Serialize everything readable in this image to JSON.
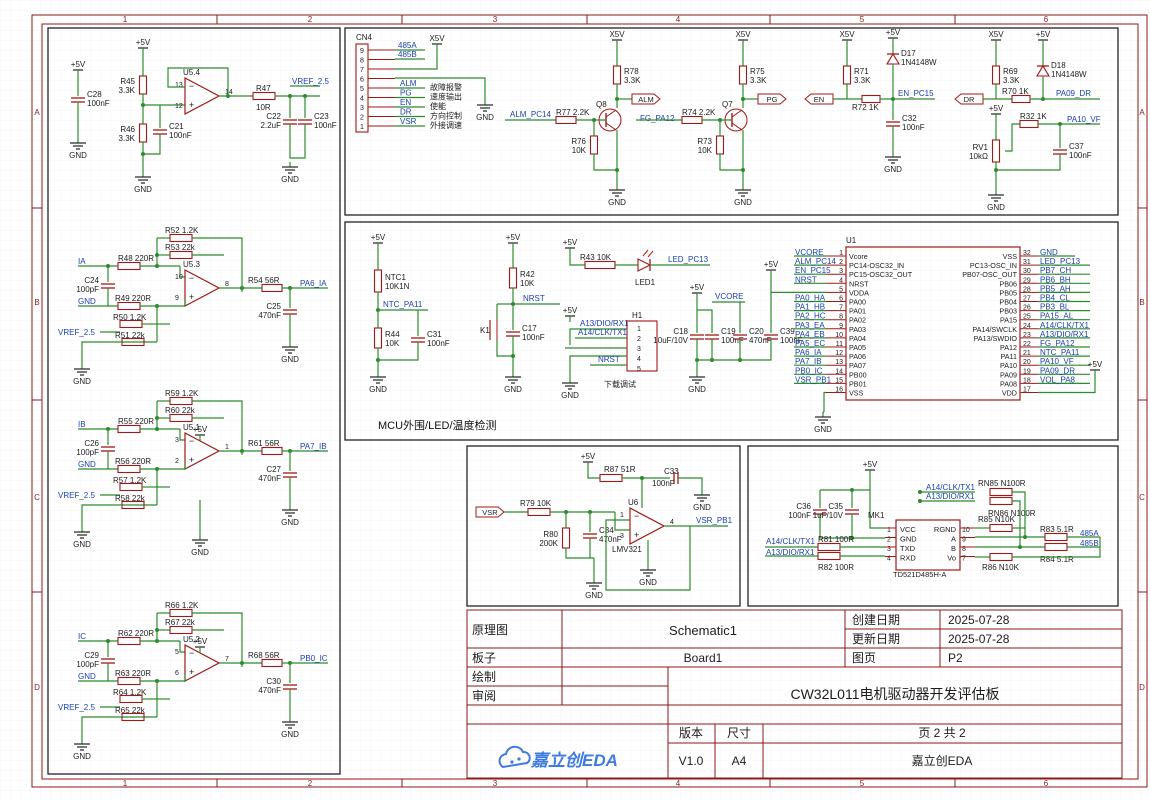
{
  "colors": {
    "border": "#8b1a1a",
    "wire": "#2e8b2e",
    "part": "#a01818",
    "netlabel": "#1a3fb0",
    "text": "#1c1c1c",
    "logo": "#3d7be0"
  },
  "border_columns": [
    "1",
    "2",
    "3",
    "4",
    "5",
    "6"
  ],
  "border_rows": [
    "A",
    "B",
    "C",
    "D"
  ],
  "icons": {
    "cloud_logo": "eda-cloud-icon"
  },
  "sections": {
    "mcu_caption": "MCU外围/LED/温度检测",
    "download_caption": "下载调试"
  },
  "title_block": {
    "fields": {
      "schematic_label": "原理图",
      "schematic_value": "Schematic1",
      "board_label": "板子",
      "board_value": "Board1",
      "drawn_label": "绘制",
      "review_label": "审阅",
      "created_label": "创建日期",
      "created_value": "2025-07-28",
      "updated_label": "更新日期",
      "updated_value": "2025-07-28",
      "page_label": "图页",
      "page_value": "P2",
      "project_title": "CW32L011电机驱动器开发评估板",
      "version_label": "版本",
      "version_value": "V1.0",
      "size_label": "尺寸",
      "size_value": "A4",
      "pages_text": "页    2    共    2",
      "company": "嘉立创EDA",
      "logo_text": "嘉立创EDA"
    }
  },
  "netlabels": {
    "plus5v": "+5V",
    "gnd": "GND",
    "x5v": "X5V",
    "vref": "VREF_2.5",
    "ia": "IA",
    "ib": "IB",
    "ic": "IC",
    "pa6_ia": "PA6_IA",
    "pa7_ib": "PA7_IB",
    "pb0_ic": "PB0_IC",
    "a485": "485A",
    "b485": "485B",
    "alm": "ALM",
    "pg": "PG",
    "en": "EN",
    "dr": "DR",
    "vsr": "VSR",
    "alm_pc14": "ALM_PC14",
    "fg_pa12": "FG_PA12",
    "en_pc15": "EN_PC15",
    "pa09_dr": "PA09_DR",
    "pa10_vf": "PA10_VF",
    "ntc_pa11": "NTC_PA11",
    "nrst": "NRST",
    "led_pc13": "LED_PC13",
    "vcore": "VCORE",
    "vsr_pb1": "VSR_PB1",
    "a14_tx1": "A14/CLK/TX1",
    "a13_rx1": "A13/DIO/RX1"
  },
  "cn4": {
    "ref": "CN4",
    "pins": [
      "9",
      "8",
      "7",
      "6",
      "5",
      "4",
      "3",
      "2",
      "1"
    ],
    "texts": [
      "故障报警",
      "速度输出",
      "使能",
      "方向控制",
      "外接调速"
    ]
  },
  "mcu": {
    "ref": "U1",
    "left_pins": [
      {
        "n": "1",
        "name": "Vcore",
        "net": "VCORE"
      },
      {
        "n": "2",
        "name": "PC14-OSC32_IN",
        "net": "ALM_PC14"
      },
      {
        "n": "3",
        "name": "PC15-OSC32_OUT",
        "net": "EN_PC15"
      },
      {
        "n": "4",
        "name": "NRST",
        "net": "NRST"
      },
      {
        "n": "5",
        "name": "VDDA",
        "net": ""
      },
      {
        "n": "6",
        "name": "PA00",
        "net": "PA0_HA"
      },
      {
        "n": "7",
        "name": "PA01",
        "net": "PA1_HB"
      },
      {
        "n": "8",
        "name": "PA02",
        "net": "PA2_HC"
      },
      {
        "n": "9",
        "name": "PA03",
        "net": "PA3_EA"
      },
      {
        "n": "10",
        "name": "PA04",
        "net": "PA4_EB"
      },
      {
        "n": "11",
        "name": "PA05",
        "net": "PA5_EC"
      },
      {
        "n": "12",
        "name": "PA06",
        "net": "PA6_IA"
      },
      {
        "n": "13",
        "name": "PA07",
        "net": "PA7_IB"
      },
      {
        "n": "14",
        "name": "PB00",
        "net": "PB0_IC"
      },
      {
        "n": "15",
        "name": "PB01",
        "net": "VSR_PB1"
      },
      {
        "n": "16",
        "name": "VSS",
        "net": ""
      }
    ],
    "right_pins": [
      {
        "n": "32",
        "name": "VSS",
        "net": "GND"
      },
      {
        "n": "31",
        "name": "PC13-OSC_IN",
        "net": "LED_PC13"
      },
      {
        "n": "30",
        "name": "PB07-OSC_OUT",
        "net": "PB7_CH"
      },
      {
        "n": "29",
        "name": "PB06",
        "net": "PB6_BH"
      },
      {
        "n": "28",
        "name": "PB05",
        "net": "PB5_AH"
      },
      {
        "n": "27",
        "name": "PB04",
        "net": "PB4_CL"
      },
      {
        "n": "26",
        "name": "PB03",
        "net": "PB3_BL"
      },
      {
        "n": "25",
        "name": "PA15",
        "net": "PA15_AL"
      },
      {
        "n": "24",
        "name": "PA14/SWCLK",
        "net": "A14/CLK/TX1"
      },
      {
        "n": "23",
        "name": "PA13/SWDIO",
        "net": "A13/DIO/RX1"
      },
      {
        "n": "22",
        "name": "PA12",
        "net": "FG_PA12"
      },
      {
        "n": "21",
        "name": "PA11",
        "net": "NTC_PA11"
      },
      {
        "n": "20",
        "name": "PA10",
        "net": "PA10_VF"
      },
      {
        "n": "19",
        "name": "PA09",
        "net": "PA09_DR"
      },
      {
        "n": "18",
        "name": "PA08",
        "net": "VOL_PA8"
      },
      {
        "n": "17",
        "name": "VDD",
        "net": "+5V"
      }
    ]
  },
  "opamps": [
    {
      "ref": "U5.4",
      "in": "",
      "out": "VREF_2.5",
      "r_in": "R45",
      "r_in_val": "3.3K",
      "r_gnd": "R46",
      "r_gnd_val": "3.3K",
      "c": "C21",
      "c_val": "100nF",
      "r_out": "R47",
      "r_out_val": "10R",
      "c2": "C22",
      "c2_val": "2.2uF",
      "c3": "C23",
      "c3_val": "100nF",
      "pin_p": "12",
      "pin_m": "13",
      "pin_o": "14"
    },
    {
      "ref": "U5.3",
      "in": "IA",
      "out": "PA6_IA"
    },
    {
      "ref": "U5.1",
      "in": "IB",
      "out": "PA7_IB"
    },
    {
      "ref": "U5.2",
      "in": "IC",
      "out": "PB0_IC"
    }
  ],
  "amp_blocks": [
    {
      "in_label": "IA",
      "out_label": "PA6_IA",
      "u": "U5.3",
      "rin": "R48",
      "rin_v": "220R",
      "rfb1": "R52",
      "rfb1_v": "1.2K",
      "rfb2": "R53",
      "rfb2_v": "22k",
      "rg": "R49",
      "rg_v": "220R",
      "rv1": "R50",
      "rv1_v": "1.2K",
      "rv2": "R51",
      "rv2_v": "22k",
      "cin": "C24",
      "cin_v": "100pF",
      "rout": "R54",
      "rout_v": "56R",
      "cout": "C25",
      "cout_v": "470nF",
      "pp": "9",
      "pm": "10",
      "po": "8"
    },
    {
      "in_label": "IB",
      "out_label": "PA7_IB",
      "u": "U5.1",
      "rin": "R55",
      "rin_v": "220R",
      "rfb1": "R59",
      "rfb1_v": "1.2K",
      "rfb2": "R60",
      "rfb2_v": "22k",
      "rg": "R56",
      "rg_v": "220R",
      "rv1": "R57",
      "rv1_v": "1.2K",
      "rv2": "R58",
      "rv2_v": "22k",
      "cin": "C26",
      "cin_v": "100pF",
      "rout": "R61",
      "rout_v": "56R",
      "cout": "C27",
      "cout_v": "470nF",
      "pp": "2",
      "pm": "3",
      "po": "1"
    },
    {
      "in_label": "IC",
      "out_label": "PB0_IC",
      "u": "U5.2",
      "rin": "R62",
      "rin_v": "220R",
      "rfb1": "R66",
      "rfb1_v": "1.2K",
      "rfb2": "R67",
      "rfb2_v": "22k",
      "rg": "R63",
      "rg_v": "220R",
      "rv1": "R64",
      "rv1_v": "1.2K",
      "rv2": "R65",
      "rv2_v": "22k",
      "cin": "C29",
      "cin_v": "100pF",
      "rout": "R68",
      "rout_v": "56R",
      "cout": "C30",
      "cout_v": "470nF",
      "pp": "6",
      "pm": "5",
      "po": "7"
    }
  ],
  "parts": {
    "c28": [
      "C28",
      "100nF"
    ],
    "q8": [
      "Q8"
    ],
    "r78": [
      "R78",
      "3.3K"
    ],
    "r77": [
      "R77",
      "2.2K"
    ],
    "r76": [
      "R76",
      "10K"
    ],
    "q7": [
      "Q7"
    ],
    "r75": [
      "R75",
      "3.3K"
    ],
    "r74": [
      "R74",
      "2.2K"
    ],
    "r73": [
      "R73",
      "10K"
    ],
    "r71": [
      "R71",
      "3.3K"
    ],
    "d17": [
      "D17",
      "1N4148W"
    ],
    "r72": [
      "R72",
      "1K"
    ],
    "c32": [
      "C32",
      "100nF"
    ],
    "r69": [
      "R69",
      "3.3K"
    ],
    "d18": [
      "D18",
      "1N4148W"
    ],
    "r70": [
      "R70",
      "1K"
    ],
    "r32": [
      "R32",
      "1K"
    ],
    "rv1": [
      "RV1",
      "10kΩ"
    ],
    "c37": [
      "C37",
      "100nF"
    ],
    "ntc1": [
      "NTC1",
      "10K1N"
    ],
    "r44": [
      "R44",
      "10K"
    ],
    "c31": [
      "C31",
      "100nF"
    ],
    "r42": [
      "R42",
      "10K"
    ],
    "k1": [
      "K1"
    ],
    "c17": [
      "C17",
      "100nF"
    ],
    "r43": [
      "R43",
      "10K"
    ],
    "led1": [
      "LED1"
    ],
    "h1": [
      "H1"
    ],
    "c18": [
      "C18",
      "10uF/10V"
    ],
    "c19": [
      "C19",
      "100nF"
    ],
    "c20": [
      "C20",
      "470nF"
    ],
    "c39": [
      "C39",
      "100nF"
    ],
    "r87": [
      "R87",
      "51R"
    ],
    "c33": [
      "C33",
      "100nF"
    ],
    "r79": [
      "R79",
      "10K"
    ],
    "r80": [
      "R80",
      "200K"
    ],
    "c34": [
      "C34",
      "470nF"
    ],
    "u6": [
      "U6",
      "LMV321"
    ],
    "c36": [
      "C36",
      "100nF"
    ],
    "c35": [
      "C35",
      "1uF/10V"
    ],
    "mk1": [
      "MK1",
      "TD521D485H-A"
    ],
    "r81": [
      "R81",
      "100R"
    ],
    "r82": [
      "R82",
      "100R"
    ],
    "rn85": [
      "RN85",
      "N100R"
    ],
    "r85": [
      "R85",
      "N10K"
    ],
    "rn86": [
      "RN86",
      "N100R"
    ],
    "r86": [
      "R86",
      "N10K"
    ],
    "r83": [
      "R83",
      "5.1R"
    ],
    "r84": [
      "R84",
      "5.1R"
    ]
  }
}
